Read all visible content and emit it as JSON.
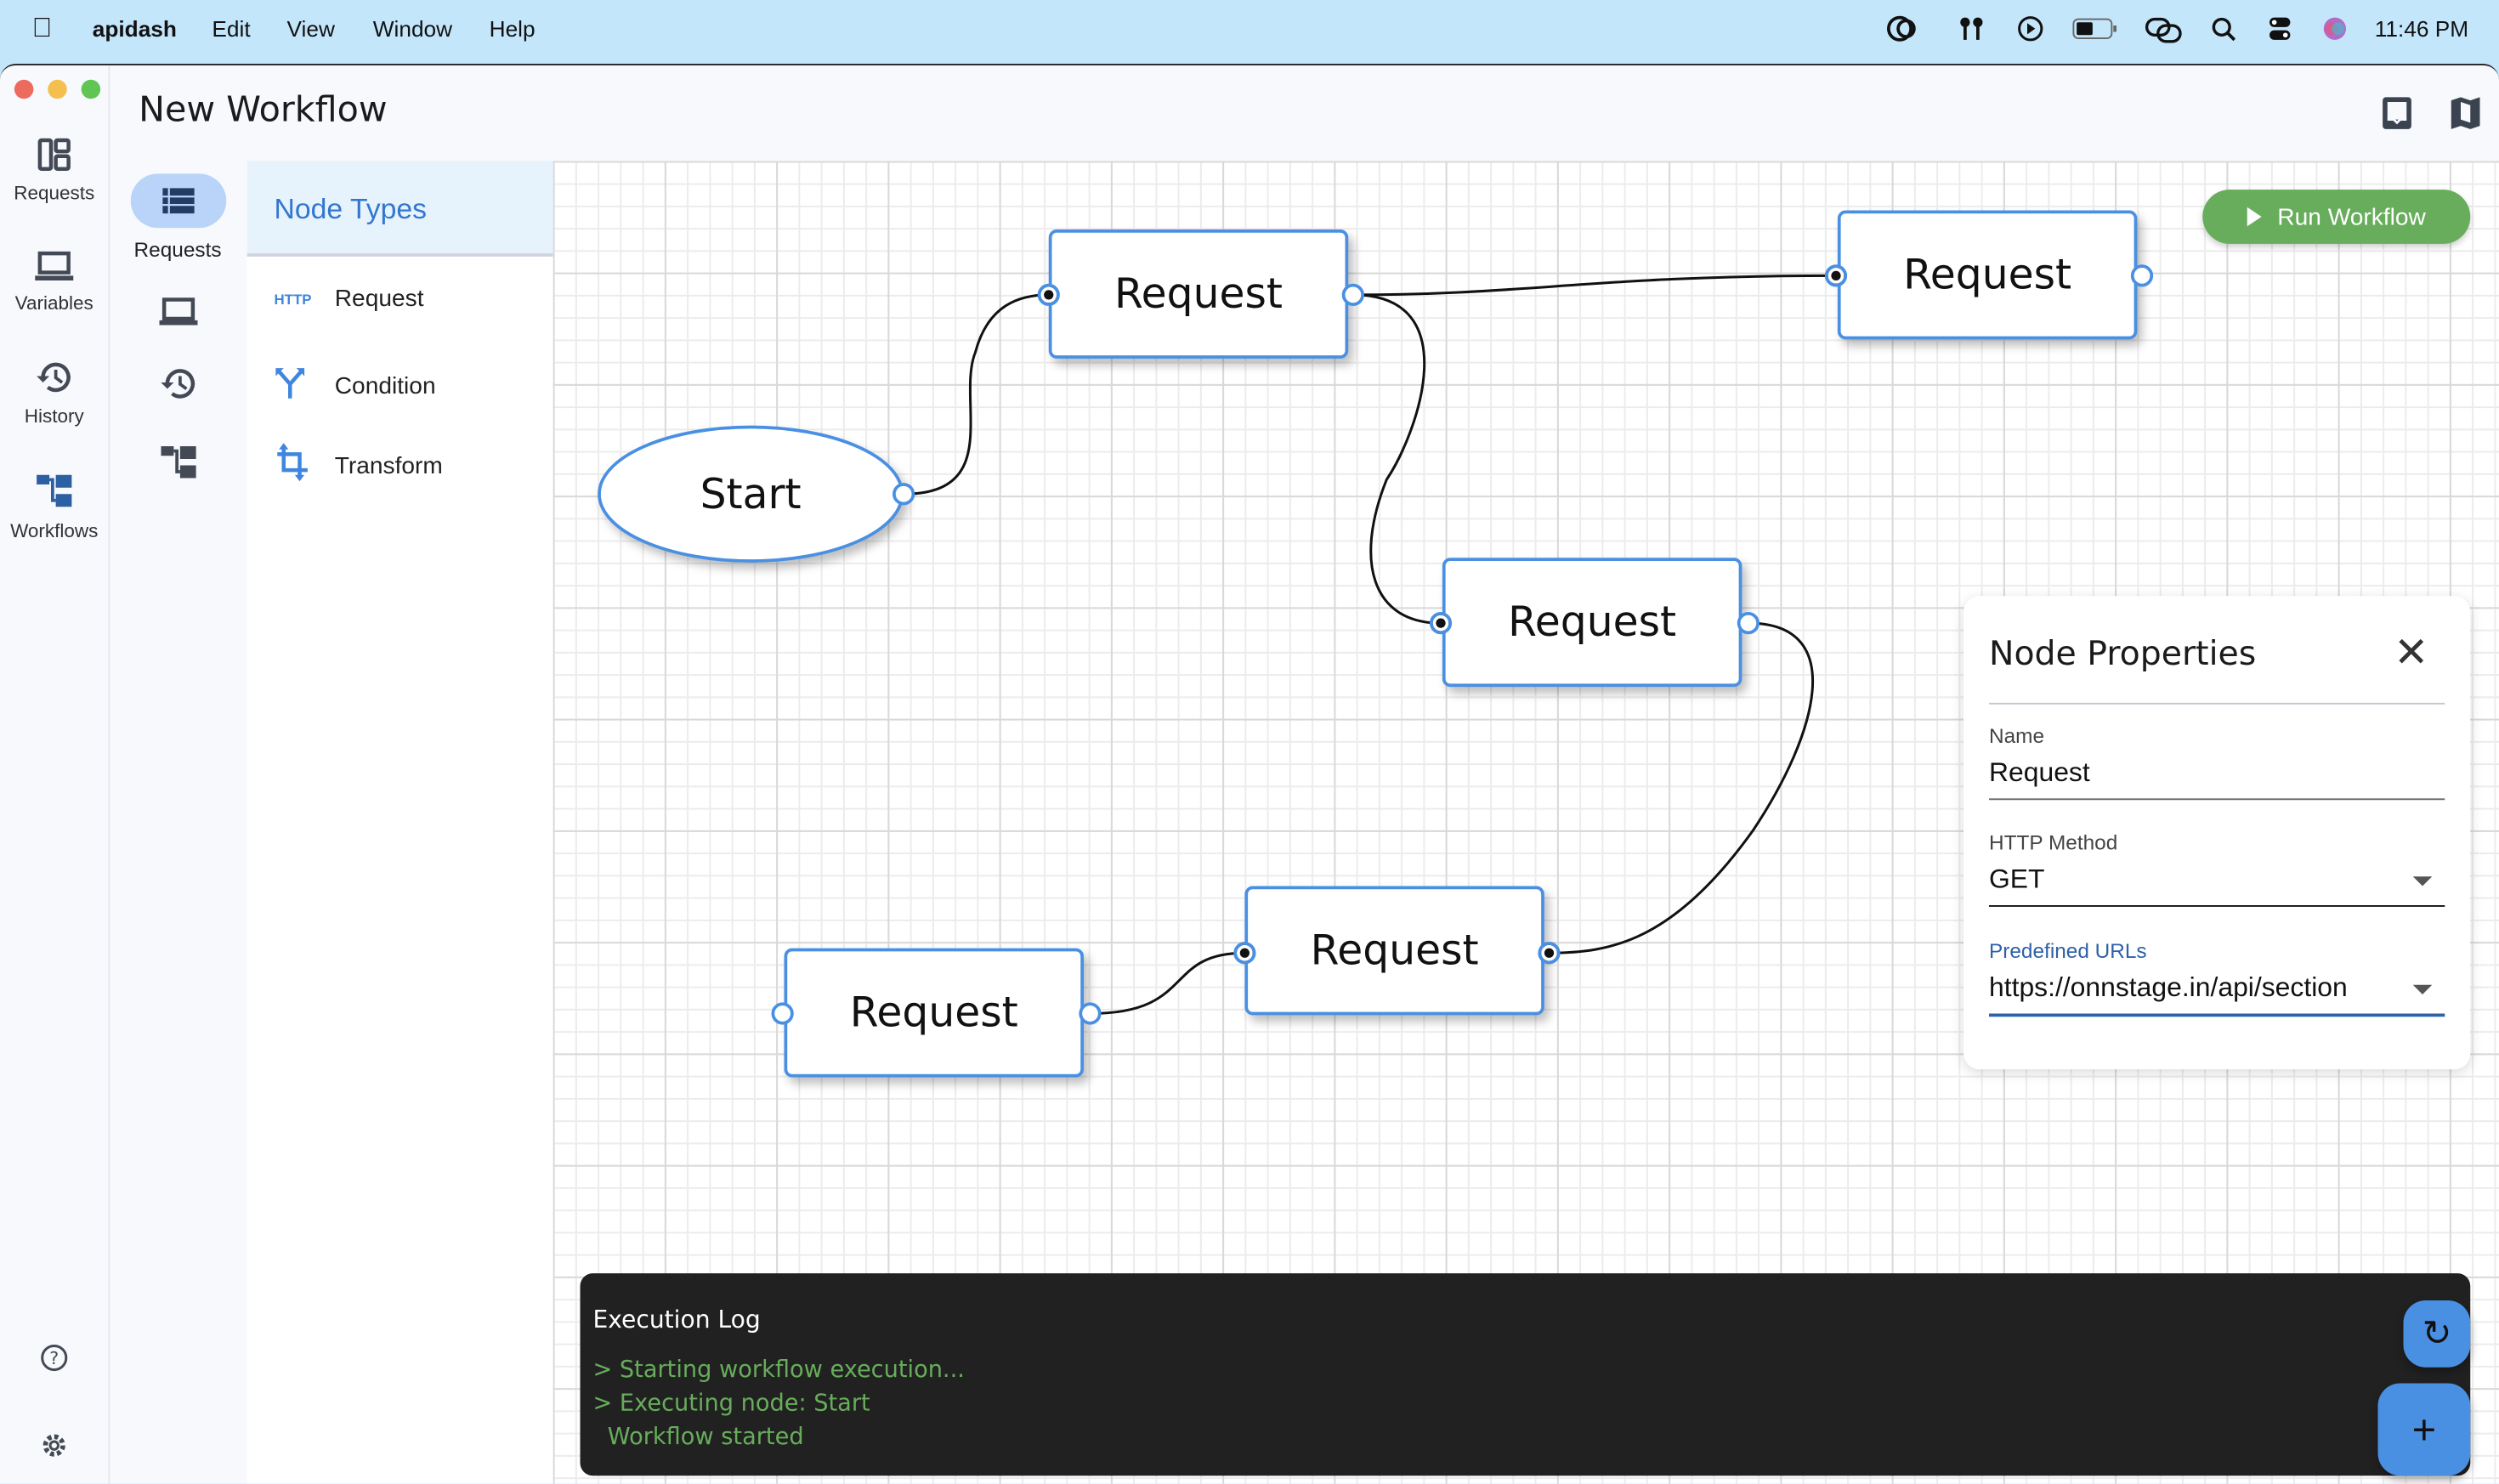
{
  "menubar": {
    "app": "apidash",
    "items": [
      "Edit",
      "View",
      "Window",
      "Help"
    ],
    "clock": "11:46 PM",
    "status_icons": [
      "creative-cloud-icon",
      "airpods-icon",
      "play-icon",
      "battery-icon",
      "link-icon",
      "search-icon",
      "control-center-icon",
      "siri-icon"
    ]
  },
  "window": {
    "title": "New Workflow",
    "header_icons": [
      "inbox-icon",
      "map-icon"
    ]
  },
  "rail": {
    "items": [
      {
        "label": "Requests",
        "icon": "dashboard-icon"
      },
      {
        "label": "Variables",
        "icon": "laptop-icon"
      },
      {
        "label": "History",
        "icon": "history-icon"
      },
      {
        "label": "Workflows",
        "icon": "workflow-icon",
        "active": true
      }
    ],
    "bottom_icons": [
      "help-icon",
      "settings-icon"
    ]
  },
  "subnav": {
    "active_label": "Requests",
    "icons": [
      "list-icon",
      "laptop-icon",
      "history-icon",
      "workflow-icon"
    ]
  },
  "node_types": {
    "title": "Node Types",
    "items": [
      {
        "label": "Request",
        "icon": "http-icon",
        "icon_text": "HTTP"
      },
      {
        "label": "Condition",
        "icon": "fork-icon"
      },
      {
        "label": "Transform",
        "icon": "crop-icon"
      }
    ]
  },
  "canvas": {
    "run_button": "Run Workflow",
    "start_node": "Start",
    "nodes": [
      {
        "label": "Request"
      },
      {
        "label": "Request"
      },
      {
        "label": "Request"
      },
      {
        "label": "Request"
      },
      {
        "label": "Request"
      }
    ]
  },
  "properties": {
    "title": "Node Properties",
    "name": {
      "label": "Name",
      "value": "Request"
    },
    "method": {
      "label": "HTTP Method",
      "value": "GET"
    },
    "url": {
      "label": "Predefined URLs",
      "value": "https://onnstage.in/api/section"
    }
  },
  "log": {
    "title": "Execution Log",
    "lines": [
      "> Starting workflow execution...",
      "> Executing node: Start",
      "  Workflow started"
    ]
  },
  "colors": {
    "accent": "#4a90e2",
    "run": "#67ad5b",
    "log_bg": "#212121",
    "log_text": "#67ad5b"
  }
}
